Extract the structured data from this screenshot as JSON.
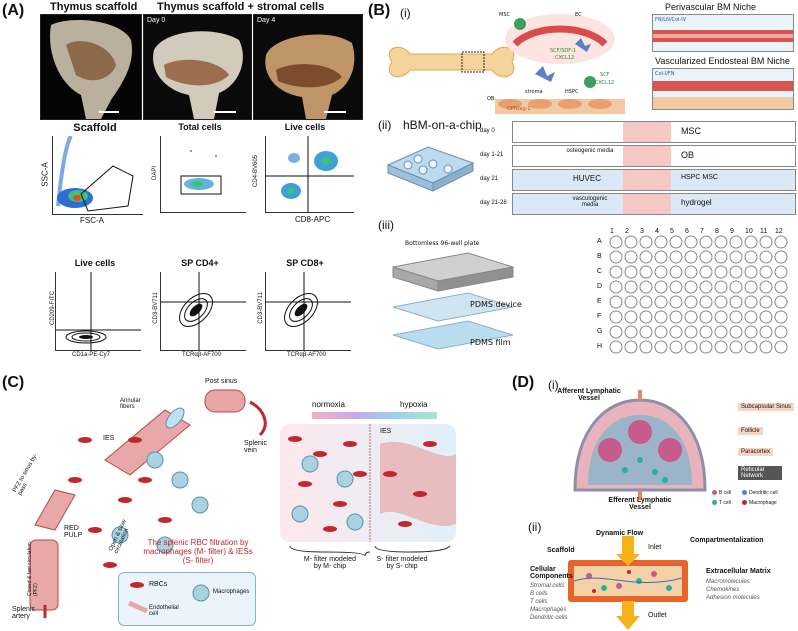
{
  "panelA": {
    "label": "(A)",
    "photo_titles": [
      "Thymus scaffold",
      "Thymus scaffold + stromal cells"
    ],
    "day_labels": [
      "Day 0",
      "Day 4"
    ],
    "flow_titles": [
      "Scaffold",
      "Total cells",
      "Live cells",
      "Live cells",
      "SP CD4+",
      "SP CD8+"
    ],
    "x_axes": [
      "FSC-A",
      "",
      "CD8-APC",
      "CD1a-PE-Cy7",
      "TCRαβ-AF700",
      "TCRαβ-AF700"
    ],
    "y_axes": [
      "SSC-A",
      "DAPI",
      "CD4-BV605",
      "CD209-FITC",
      "CD3-BV711",
      "CD3-BV711"
    ]
  },
  "panelB": {
    "label": "(B)",
    "i": {
      "num": "(i)",
      "labels": {
        "msc": "MSC",
        "ec": "EC",
        "scf_sdf": "SCF/SDF-1",
        "cxcl12": "CXCL12",
        "stroma": "stroma",
        "hspc": "HSPC",
        "scf": "SCF",
        "cxcl12b": "CXCL12",
        "ob": "OB",
        "opn": "OPN/ag-1",
        "perivascular": "Perivascular BM Niche",
        "fn": "FN/LN/Col-IV",
        "vascularized": "Vascularized Endosteal BM Niche",
        "col": "Col-I/FN"
      }
    },
    "ii": {
      "num": "(ii)",
      "title": "hBM-on-a-chip",
      "rows": [
        {
          "day": "day 0",
          "mid": "",
          "right": "MSC"
        },
        {
          "day": "day 1-21",
          "mid": "osteogenic media",
          "right": "OB"
        },
        {
          "day": "day 21",
          "mid": "HUVEC",
          "right": "HSPC MSC"
        },
        {
          "day": "day 21-28",
          "mid": "vasculogenic media",
          "right": "hydrogel"
        }
      ]
    },
    "iii": {
      "num": "(iii)",
      "layers": [
        "Bottomless 96-well plate",
        "PDMS device",
        "PDMS film"
      ],
      "cols": [
        "1",
        "2",
        "3",
        "4",
        "5",
        "6",
        "7",
        "8",
        "9",
        "10",
        "11",
        "12"
      ],
      "rows": [
        "A",
        "B",
        "C",
        "D",
        "E",
        "F",
        "G",
        "H"
      ]
    }
  },
  "panelC": {
    "label": "(C)",
    "labels": {
      "post_sinus": "Post sinus",
      "annular": "Annular fibers",
      "ies": "IES",
      "splenic_vein": "Splenic vein",
      "pfz_bypass": "PFZ to sinus by-pass",
      "red_pulp": "RED PULP",
      "open_slow": "Open & slow circulation",
      "closed_fast": "Closed & fast circulation (PFZ)",
      "splenic_artery": "Splenic artery",
      "filtration": "The splenic RBC filtration by macrophages (M- filter) & IESs (S- filter)",
      "rbcs": "RBCs",
      "macrophages": "Macrophages",
      "endothelial": "Endothelial cell",
      "normoxia": "normoxia",
      "hypoxia": "hypoxia",
      "ies2": "IES",
      "m_filter": "M- filter modeled by M- chip",
      "s_filter": "S- filter modeled by S- chip"
    }
  },
  "panelD": {
    "label": "(D)",
    "i": {
      "num": "(i)",
      "afferent": "Afferent Lymphatic Vessel",
      "efferent": "Efferent Lymphatic Vessel",
      "callouts": [
        "Subcapsular Sinus",
        "Follicle",
        "Paracortex",
        "Reticular Network"
      ],
      "legend": [
        "B cell",
        "Dendritic cell",
        "T cell",
        "Macrophage"
      ]
    },
    "ii": {
      "num": "(ii)",
      "dynamic_flow": "Dynamic Flow",
      "inlet": "Inlet",
      "compartment": "Compartmentalization",
      "scaffold": "Scaffold",
      "outlet": "Outlet",
      "cellular_title": "Cellular Components",
      "cellular_items": [
        "Stromal cells",
        "B cells",
        "T cells",
        "Macrophages",
        "Dendritic cells"
      ],
      "ecm_title": "Extracellular Matrix",
      "ecm_items": [
        "Macromolecules",
        "Chemokines",
        "Adhesion molecules"
      ]
    }
  },
  "colors": {
    "rbc": "#c0282e",
    "macrophage": "#a9d3e0",
    "pink_bg": "#f6c9c6",
    "blue_bg": "#bcd9ee",
    "orange": "#e8642a",
    "yellow": "#f7b21a"
  }
}
